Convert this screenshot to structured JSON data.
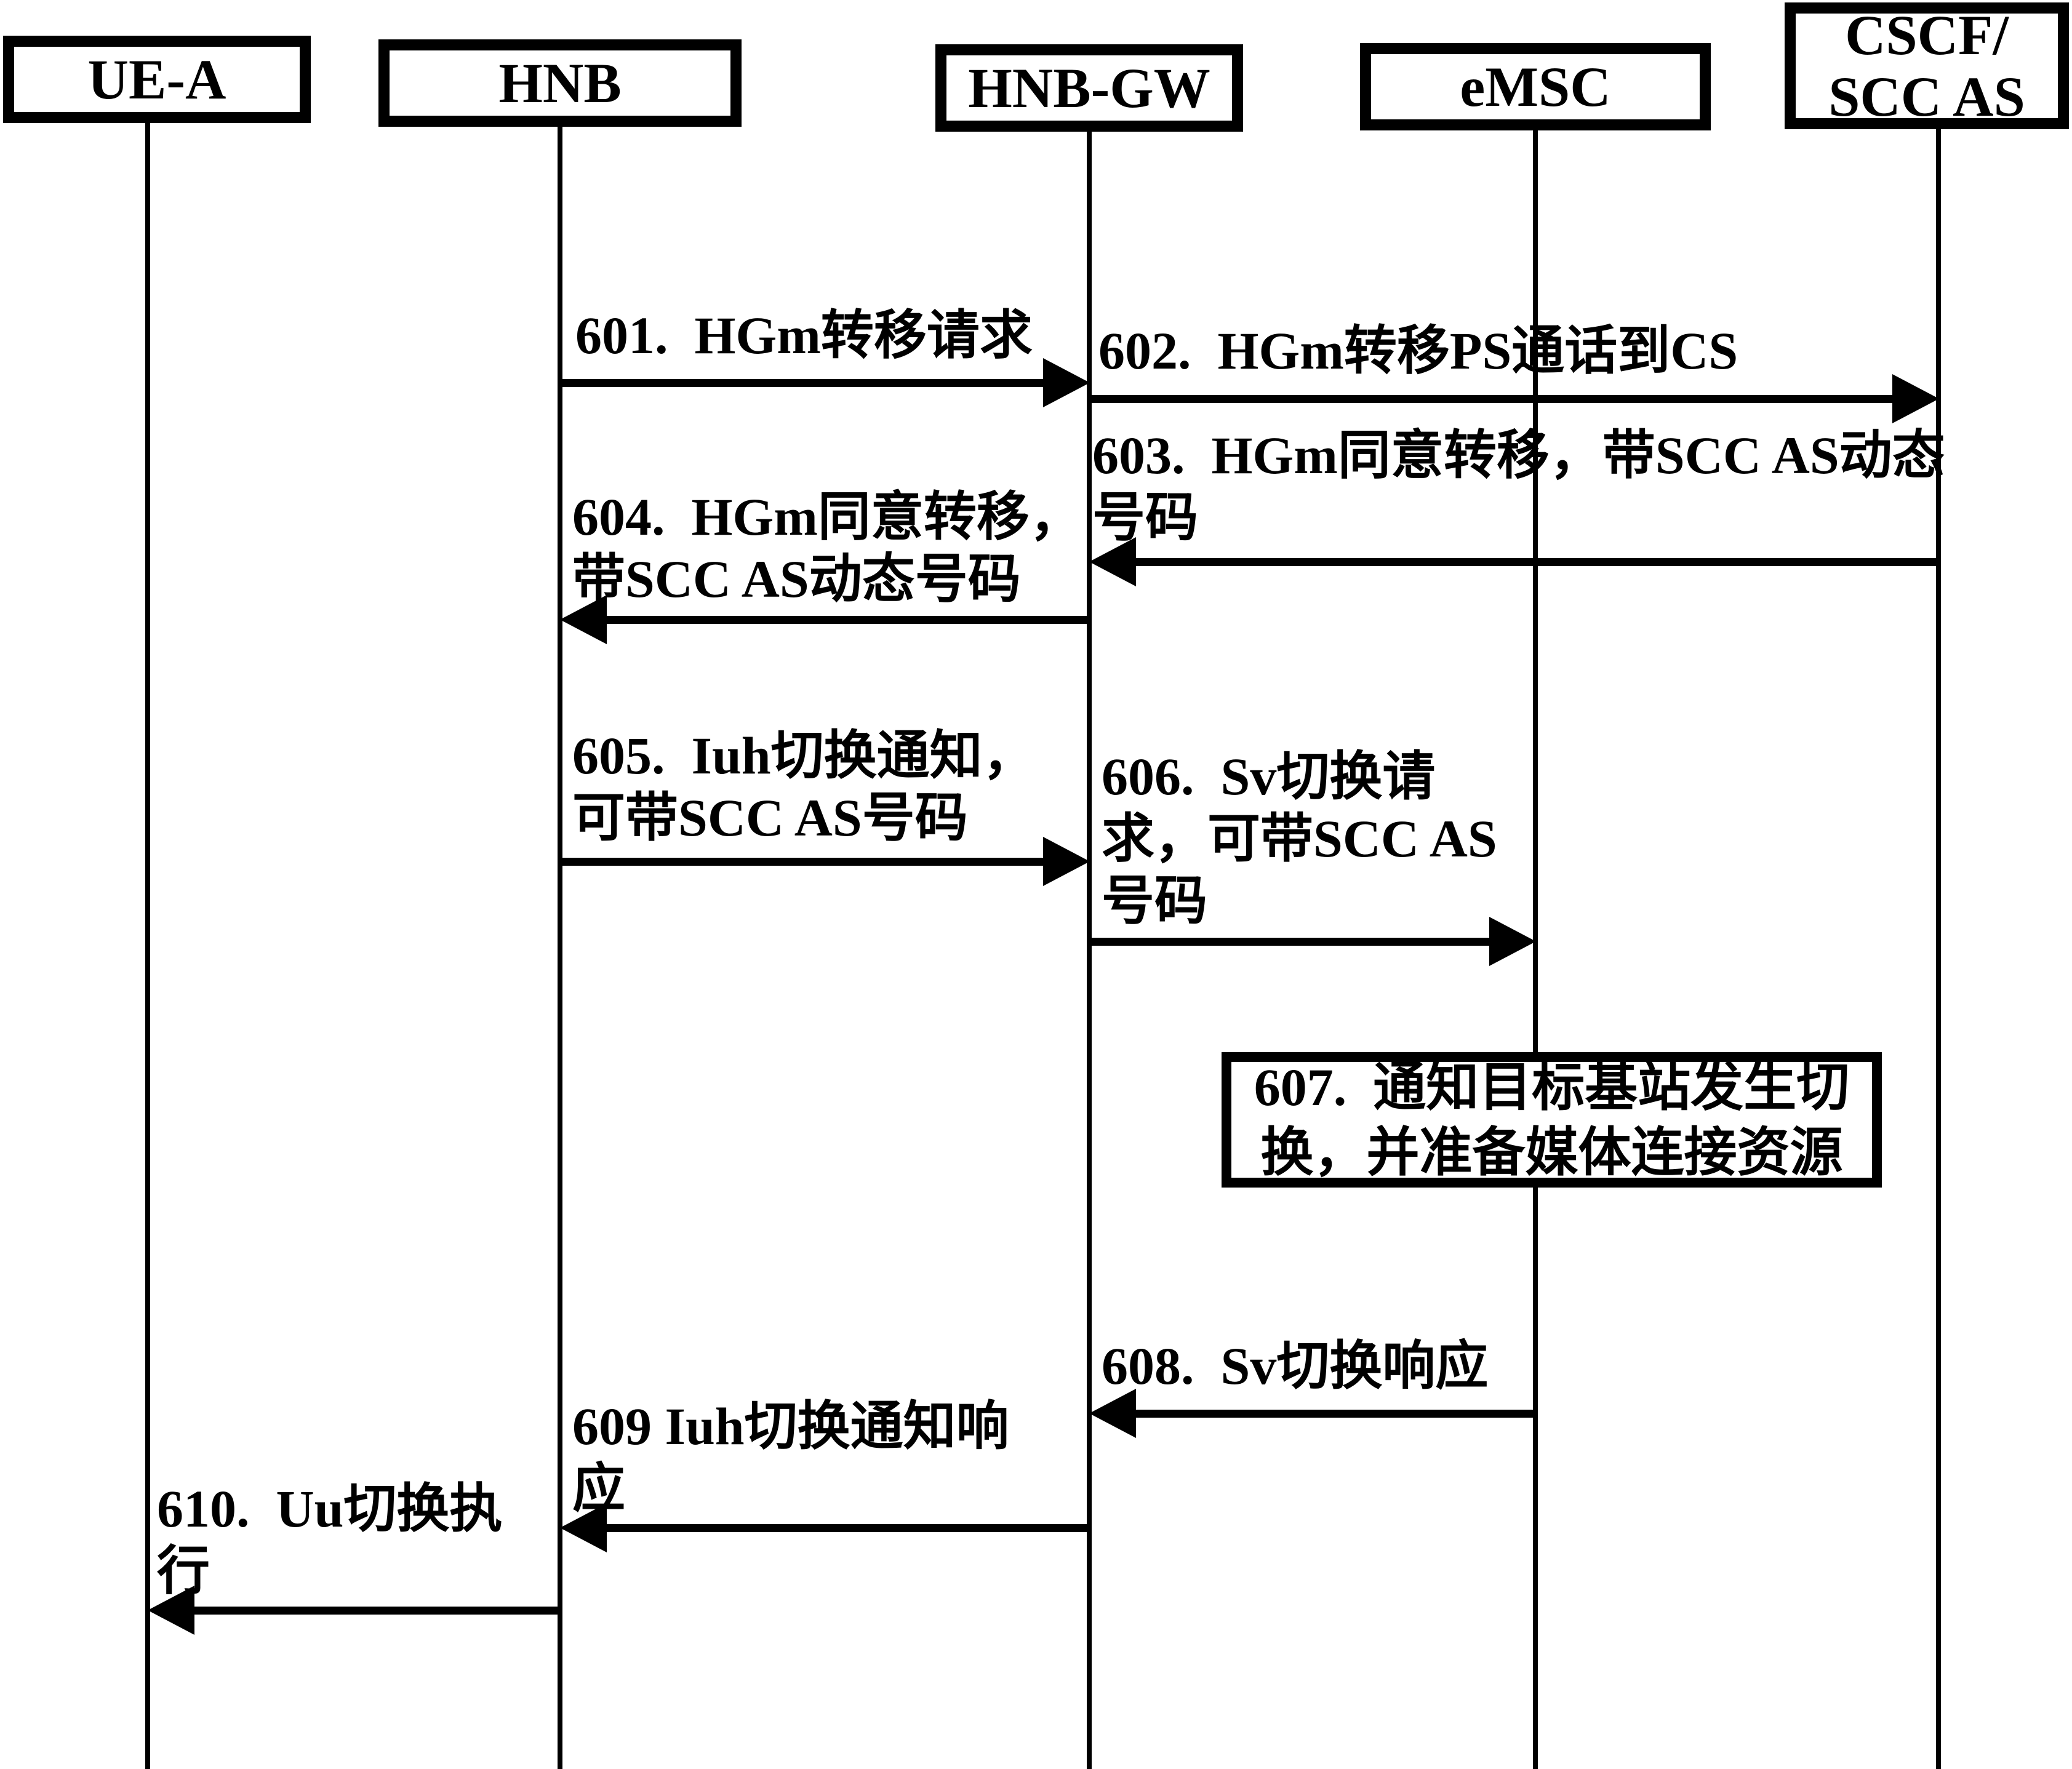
{
  "figure": {
    "type": "sequence-diagram",
    "background_color": "#ffffff",
    "ink_color": "#000000"
  },
  "actors": [
    {
      "label": "UE-A"
    },
    {
      "label": "HNB"
    },
    {
      "label": "HNB-GW"
    },
    {
      "label": "eMSC"
    },
    {
      "label": "CSCF/\nSCC AS"
    }
  ],
  "messages": [
    {
      "num": "601",
      "text": "601.  HGm转移请求",
      "from": "HNB",
      "to": "HNB-GW",
      "direction": "right"
    },
    {
      "num": "602",
      "text": "602.  HGm转移PS通话到CS",
      "from": "HNB-GW",
      "to": "CSCF/SCC AS",
      "direction": "right"
    },
    {
      "num": "603",
      "text": "603.  HGm同意转移，带SCC AS动态\n号码",
      "from": "CSCF/SCC AS",
      "to": "HNB-GW",
      "direction": "left"
    },
    {
      "num": "604",
      "text": "604.  HGm同意转移，\n带SCC AS动态号码",
      "from": "HNB-GW",
      "to": "HNB",
      "direction": "left"
    },
    {
      "num": "605",
      "text": "605.  Iuh切换通知，\n可带SCC AS号码",
      "from": "HNB",
      "to": "HNB-GW",
      "direction": "right"
    },
    {
      "num": "606",
      "text": "606.  Sv切换请\n求，可带SCC AS\n号码",
      "from": "HNB-GW",
      "to": "eMSC",
      "direction": "right"
    },
    {
      "num": "608",
      "text": "608.  Sv切换响应",
      "from": "eMSC",
      "to": "HNB-GW",
      "direction": "left"
    },
    {
      "num": "609",
      "text": "609 Iuh切换通知响\n应",
      "from": "HNB-GW",
      "to": "HNB",
      "direction": "left"
    },
    {
      "num": "610",
      "text": "610.  Uu切换执\n行",
      "from": "HNB",
      "to": "UE-A",
      "direction": "left"
    }
  ],
  "note": {
    "num": "607",
    "text": "607.  通知目标基站发生切\n换，并准备媒体连接资源",
    "on": "eMSC"
  }
}
